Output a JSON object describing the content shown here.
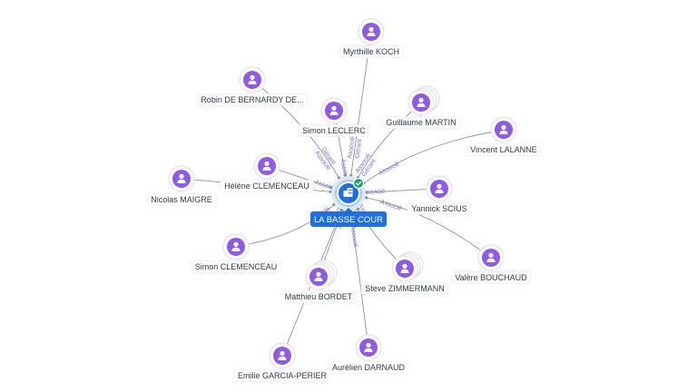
{
  "company": {
    "name": "LA BASSE COUR",
    "icon": "building-icon",
    "status_icon": "verified-check-icon",
    "colors": {
      "badge": "#1f6fe0",
      "check": "#21a366",
      "ring": "#a9c9ef"
    }
  },
  "colors": {
    "edge": "#8c93a3",
    "edge_label": "#7b6fd6",
    "avatar": "#8e5ae6",
    "avatar_ring": "#e4e0f5"
  },
  "person_icon": "person-icon",
  "people": [
    {
      "id": "koch",
      "name": "Myrthille KOCH",
      "edges": [
        "Gérant",
        "Associé"
      ]
    },
    {
      "id": "debernardy",
      "name": "Robin DE BERNARDY DE...",
      "edges": [
        "Gérant",
        "Associé"
      ]
    },
    {
      "id": "leclerc",
      "name": "Simon LECLERC",
      "edges": [
        "Associé"
      ]
    },
    {
      "id": "martin",
      "name": "Guillaume MARTIN",
      "edges": [
        "Gérant",
        "Associé"
      ]
    },
    {
      "id": "lalanne",
      "name": "Vincent LALANNE",
      "edges": [
        "Associé"
      ]
    },
    {
      "id": "h_clemenceau",
      "name": "Hélène CLEMENCEAU",
      "edges": [
        "Associé"
      ]
    },
    {
      "id": "maigre",
      "name": "Nicolas MAIGRE",
      "edges": []
    },
    {
      "id": "scius",
      "name": "Yannick SCIUS",
      "edges": [
        "Associé"
      ]
    },
    {
      "id": "s_clemenceau",
      "name": "Simon CLEMENCEAU",
      "edges": [
        "Associé"
      ]
    },
    {
      "id": "bouchaud",
      "name": "Valère BOUCHAUD",
      "edges": [
        "Associé"
      ]
    },
    {
      "id": "bordet",
      "name": "Matthieu BORDET",
      "edges": [
        "Gérant",
        "Associé"
      ]
    },
    {
      "id": "zimmermann",
      "name": "Steve ZIMMERMANN",
      "edges": [
        "Gérant",
        "Associé"
      ]
    },
    {
      "id": "darnaud",
      "name": "Aurélien DARNAUD",
      "edges": [
        "Associé"
      ]
    },
    {
      "id": "garcia",
      "name": "Emilie GARCIA-PERIER",
      "edges": []
    }
  ]
}
